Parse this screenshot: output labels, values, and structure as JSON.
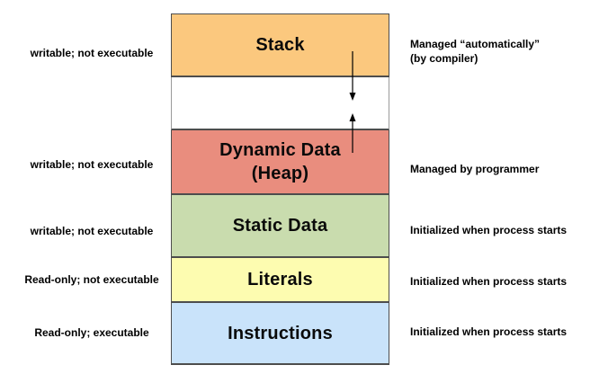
{
  "boxes": [
    {
      "name": "stack",
      "label": "Stack",
      "fill": "#FBC87E"
    },
    {
      "name": "free-gap",
      "label": "",
      "fill": "#FFFFFF"
    },
    {
      "name": "dynamic-data",
      "label": "Dynamic Data",
      "label2": "(Heap)",
      "fill": "#E98D7E"
    },
    {
      "name": "static-data",
      "label": "Static Data",
      "fill": "#C9DCAE"
    },
    {
      "name": "literals",
      "label": "Literals",
      "fill": "#FDFCB0"
    },
    {
      "name": "instructions",
      "label": "Instructions",
      "fill": "#C9E3FA"
    }
  ],
  "left_labels": [
    "writable; not executable",
    "writable; not executable",
    "writable; not executable",
    "Read-only; not executable",
    "Read-only; executable"
  ],
  "right_labels": [
    {
      "line1": "Managed “automatically”",
      "line2": "(by compiler)"
    },
    {
      "line1": "Managed by programmer"
    },
    {
      "line1": "Initialized when process starts"
    },
    {
      "line1": "Initialized when process starts"
    },
    {
      "line1": "Initialized when process starts"
    }
  ],
  "icons": {
    "down_arrow": "stack-grows-downward-arrow",
    "up_arrow": "heap-grows-upward-arrow"
  },
  "colors": {
    "box_border": "#4D4D4D",
    "gap_border": "#9A9A9A",
    "arrow": "#000000",
    "text": "#000000",
    "background": "#FFFFFF"
  }
}
